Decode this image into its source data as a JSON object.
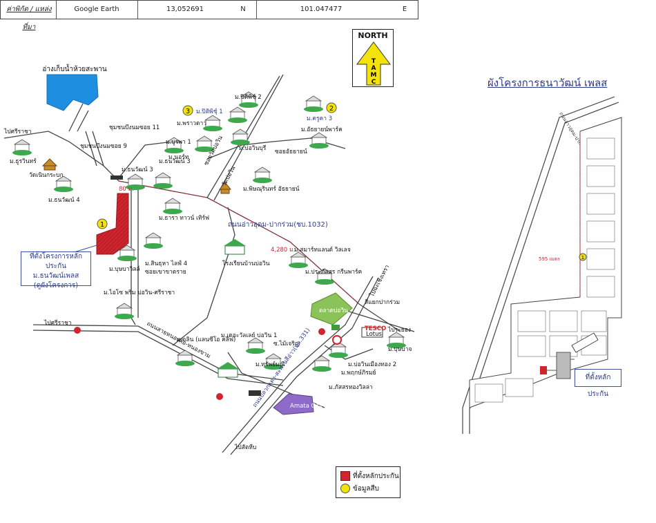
{
  "header": {
    "location_label": "ค่าพิกัด / แหล่งที่มา",
    "source": "Google Earth",
    "latitude": "13,052691",
    "lat_dir": "N",
    "longitude": "101.047477",
    "lon_dir": "E"
  },
  "north_arrow": {
    "label": "NORTH",
    "letters": [
      "T",
      "A",
      "M",
      "C"
    ]
  },
  "map_labels": {
    "reservoir": "อ่างเก็บน้ำห้วยสะพาน",
    "to_sriracha_top": "ไปศรีราชา",
    "community_11": "ชุมชนบึงนมซอย 11",
    "community_9": "ชุมชนบึงนมซอย 9",
    "m_thurawin": "ม.ธูรวินทร์",
    "wat_nern": "วัดเนินกระบก",
    "m_thanawat4": "ม.ธนวัฒน์ 4",
    "m_thanawat3a": "ม.ธนวัฒน์ 3",
    "m_thanawat3b": "ม.ธนวัฒน์ 3",
    "m_north": "ม.นอร์ท",
    "m_burapha1": "ม.บูรพา 1",
    "m_phrao": "ม.พราวดาว",
    "m_chiprasert": "ม.ปิติพิชุ์ 1",
    "m_chiprasert2": "ม.ปิติพิชุ์ 2",
    "m_kurka": "ม.ครูคา 3",
    "m_athaya": "ม.อัธยายน์พาร์ค",
    "m_boeuwin": "ม.บ่อวินบุรี",
    "soi_athaya": "ซอยอัธยายน์",
    "soi_wat": "ซอยวัดบ่อวิน",
    "wat_bowin": "วัดบ่อวิน",
    "m_phinburin": "ม.พิษณุรินทร์ อัธยายน์",
    "m_thara": "ม.ธารา ทาวน์ เทิร์ฟ",
    "distance_80": "80 ม.",
    "road_main": "ถนนอ่าวอุดม-ปากร่วม(ชบ.1032)",
    "m_sinbuhat": "ม.สินธุหา ไลฟ์ 4",
    "m_bupha": "ม.บุษบาวิลล์",
    "soi_sai": "ซอยเขาขาดราย",
    "school": "โรงเรียนบ้านบ่อวิน",
    "distance_4280": "4,280 ม.",
    "m_smart": "ม.สมาร์ทแลนด์ วิลเลจ",
    "m_prasat": "ม.ประภัสสร กรีนพาร์ค",
    "to_chachoeng": "ไปฉะเชิงเทรา",
    "intersection": "สี่แยกปากร่วม",
    "market": "ตลาดบ่อวิน",
    "tesco": "TESCO",
    "lotus": "Lotus",
    "to_rayong": "ไประยอง",
    "m_boonmanee": "ม.บุษบาจ",
    "m_myhome": "ม.ไอโซ พริม บ่อวิน-ศรีราชา",
    "to_sriracha_left": "ไปศรีราชา",
    "road_cross": "ถนนสายหนองค้อ-หนองขาม",
    "m_arin": "ม.อลิน (แลนซีโอ คลิฟ)",
    "m_the_valley": "ม.เดอะวัลเลย์ บ่อวิน 1",
    "soi_mai": "ซ.ไม้เจริญ",
    "m_sapphire": "ม.ทรัพย์มณี",
    "m_bowin_gold": "ม.บ่อวินเมืองทอง 2",
    "m_pruksa": "ม.พฤกษ์ภิรมย์",
    "m_ratchapruek": "ม.ภัสสรทองวิลล่า",
    "road_south": "ถนนปลวกแดง-สะพานสีอ่าว(ทล.331)",
    "amata": "Amata City",
    "to_chonburi": "ไปสัตหีบ",
    "marker_1": "1",
    "marker_2": "2",
    "marker_3": "3"
  },
  "callout": {
    "line1": "ที่ตั้งโครงการหลักประกัน",
    "line2": "ม.ธนวัฒน์เพลส",
    "line3": "(ดูผังโครงการ)"
  },
  "legend": {
    "item_site": "ที่ตั้งหลักประกัน",
    "item_ref": "ข้อมูลสืบ",
    "site_color": "#d0252f",
    "ref_color": "#f4e30b"
  },
  "right_panel": {
    "title": "ผังโครงการธนาวัฒน์ เพลส",
    "road_label": "ถนนอ่าวอุดม-ปากร่วม(ชบ.1032)",
    "distance_label": "595 เมตร",
    "site_tag": "ที่ตั้งหลักประกัน",
    "marker": "1"
  }
}
